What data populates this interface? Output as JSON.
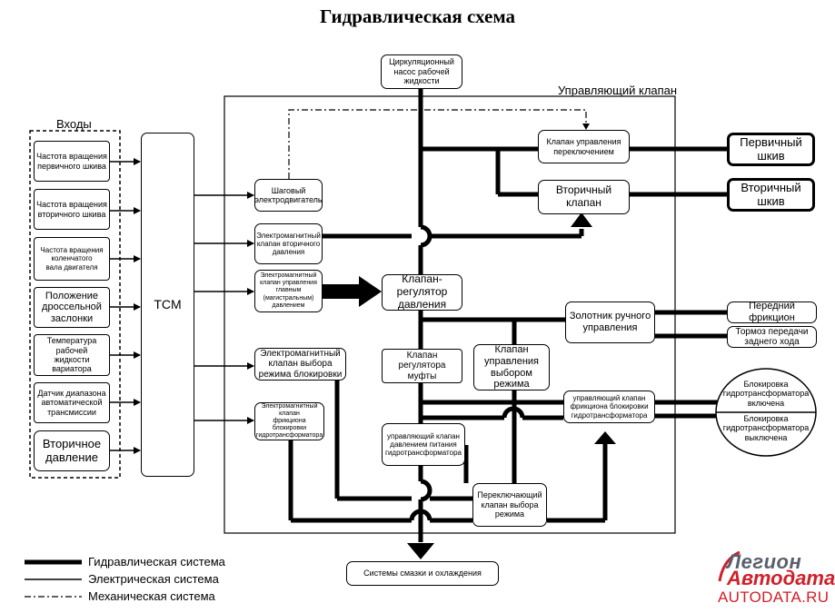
{
  "title": "Гидравлическая схема",
  "labels": {
    "inputs": "Входы",
    "control_valve": "Управляющий клапан"
  },
  "inputs": [
    "Частота вращения\nпервичного шкива",
    "Частота вращения\nвторичного шкива",
    "Частота вращения\nколенчатого\nвала двигателя",
    "Положение\nдроссельной\nзаслонки",
    "Температура\nрабочей\nжидкости\nвариатора",
    "Датчик диапазона\nавтоматической\nтрансмиссии",
    "Вторичное\nдавление"
  ],
  "tcm": "TCM",
  "actuators": {
    "stepper": "Шаговый\nэлектродвигатель",
    "secondary_solenoid": "Электромагнитный\nклапан вторичного\nдавления",
    "line_solenoid": "Электромагнитный\nклапан управления\nглавным\n(магистральным)\nдавлением",
    "lockup_select_solenoid": "Электромагнитный\nклапан выбора\nрежима блокировки",
    "lockup_friction_solenoid": "Электромагнитный клапан\nфрикциона блокировки\nгидротрансформатора"
  },
  "valves": {
    "pump": "Циркуляционный\nнасос рабочей\nжидкости",
    "shift_control": "Клапан управления\nпереключением",
    "secondary_valve": "Вторичный\nклапан",
    "pressure_regulator": "Клапан-\nрегулятор\nдавления",
    "manual_valve": "Золотник ручного\nуправления",
    "clutch_regulator": "Клапан\nрегулятора\nмуфты",
    "mode_select_control": "Клапан\nуправления\nвыбором\nрежима",
    "tc_lockup_control": "управляющий клапан\nфрикциона блокировки\nгидротрансформатора",
    "tc_supply_control": "управляющий клапан\nдавлением питания\nгидротрансформатора",
    "mode_switch": "Переключающий\nклапан выбора\nрежима",
    "lube": "Системы смазки и охлаждения"
  },
  "outputs": {
    "primary_pulley": "Первичный\nшкив",
    "secondary_pulley": "Вторичный\nшкив",
    "forward_clutch": "Передний\nфрикцион",
    "reverse_brake": "Тормоз передачи\nзаднего хода",
    "lockup_on": "Блокировка\nгидротрансформатора\nвключена",
    "lockup_off": "Блокировка\nгидротрансформатора\nвыключена"
  },
  "legend": {
    "hydraulic": "Гидравлическая система",
    "electric": "Электрическая система",
    "mechanical": "Механическая система"
  },
  "logo": {
    "line1": "Легион",
    "line2": "Автодата",
    "url": "AUTODATA.RU"
  }
}
